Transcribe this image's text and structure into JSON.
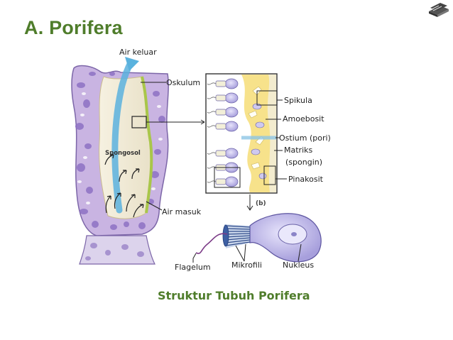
{
  "slide": {
    "title": "A. Porifera",
    "caption": "Struktur Tubuh Porifera"
  },
  "labels": {
    "air_keluar": "Air keluar",
    "oskulum": "Oskulum",
    "spongosol": "Spongosol",
    "air_masuk": "Air masuk",
    "spikula": "Spikula",
    "amoebosit": "Amoebosit",
    "ostium": "Ostium (pori)",
    "matriks": "Matriks",
    "spongin": "(spongin)",
    "pinakosit": "Pinakosit",
    "inset_b": "(b)",
    "flagelum": "Flagelum",
    "mikrofili": "Mikrofili",
    "nukleus": "Nukleus"
  },
  "icons": {
    "corner": "stacked-books-icon"
  },
  "colors": {
    "title_green": "#4f7d2b",
    "sponge_purple": "#9b84c9",
    "sponge_body": "#f3eddc",
    "water_arrow": "#5ab2de",
    "layer_yellow": "#f6df7e",
    "cell_lilac": "#b9b2e6"
  }
}
